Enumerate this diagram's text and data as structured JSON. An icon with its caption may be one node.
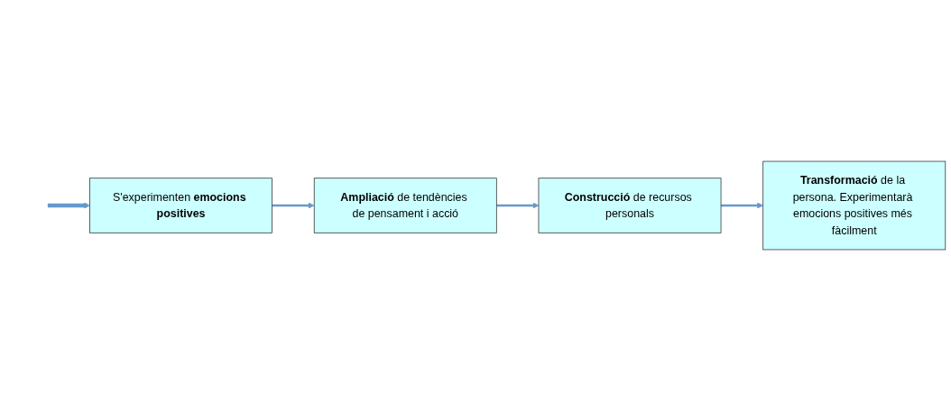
{
  "diagram": {
    "nodes": [
      {
        "text": [
          "S'experimenten **emocions positives**"
        ]
      },
      {
        "text": [
          "**Ampliació** de tendències de pensament i acció"
        ]
      },
      {
        "text": [
          "**Construcció** de recursos personals"
        ]
      },
      {
        "text": [
          "**Transformació** de la persona. Experimentarà emocions positives més fàcilment"
        ]
      }
    ],
    "edges": [
      {
        "from": 0,
        "to": 1,
        "arrow": "to"
      },
      {
        "from": 1,
        "to": 2,
        "arrow": "to"
      },
      {
        "from": 2,
        "to": 3,
        "arrow": "to"
      },
      {
        "from": null,
        "to": 0,
        "arrow": "to",
        "style": "thick"
      }
    ]
  }
}
